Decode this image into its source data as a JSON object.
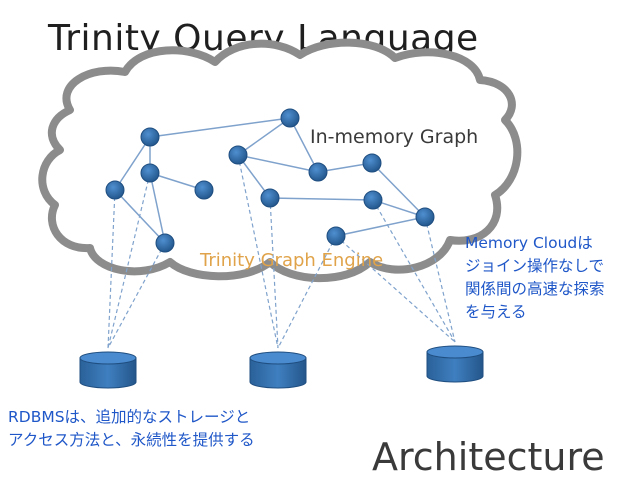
{
  "title": "Trinity Query Language",
  "diagram": {
    "cloud_label": "In-memory Graph",
    "engine_label": "Trinity Graph Engine",
    "footer_label": "Architecture"
  },
  "callouts": {
    "memory_cloud": [
      "Memory Cloudは",
      "ジョイン操作なしで",
      "関係間の高速な探索",
      "を与える"
    ],
    "rdbms": [
      "RDBMSは、追加的なストレージと",
      "アクセス方法と、永続性を提供する"
    ]
  },
  "colors": {
    "node": "#2e6fa9",
    "edge": "#7fa2cc",
    "cloud_border": "#8c8c8c",
    "callout_text": "#1f57c8",
    "engine_label": "#e0a34a",
    "label_dark": "#3a3a3a"
  }
}
